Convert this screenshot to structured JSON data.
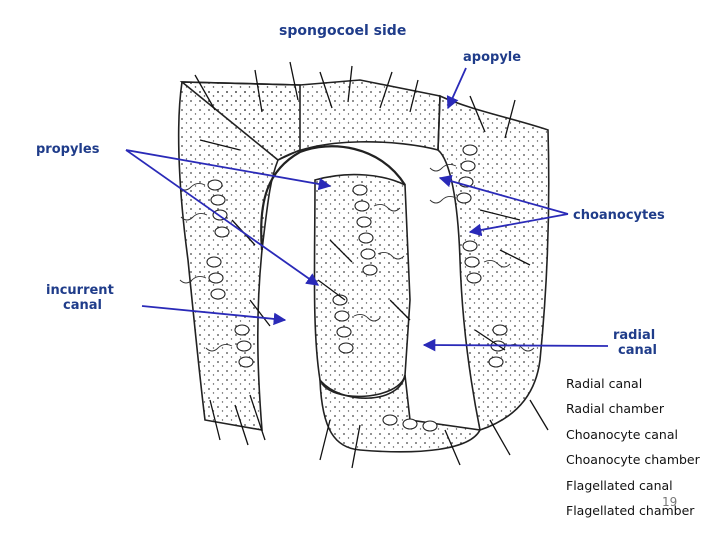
{
  "labels": {
    "spongocoel_side": "spongocoel side",
    "apopyle": "apopyle",
    "propyles": "propyles",
    "choanocytes": "choanocytes",
    "incurrent_canal_line1": "incurrent",
    "incurrent_canal_line2": "canal",
    "radial_canal_line1": "radial",
    "radial_canal_line2": "canal"
  },
  "terms": [
    "Radial canal",
    "Radial chamber",
    "Choanocyte canal",
    "Choanocyte chamber",
    "Flagellated canal",
    "Flagellated chamber"
  ],
  "slide_number": "19",
  "colors": {
    "label": "#1f3c8a",
    "arrow": "#2a2ab8",
    "tissue": "#222222"
  }
}
